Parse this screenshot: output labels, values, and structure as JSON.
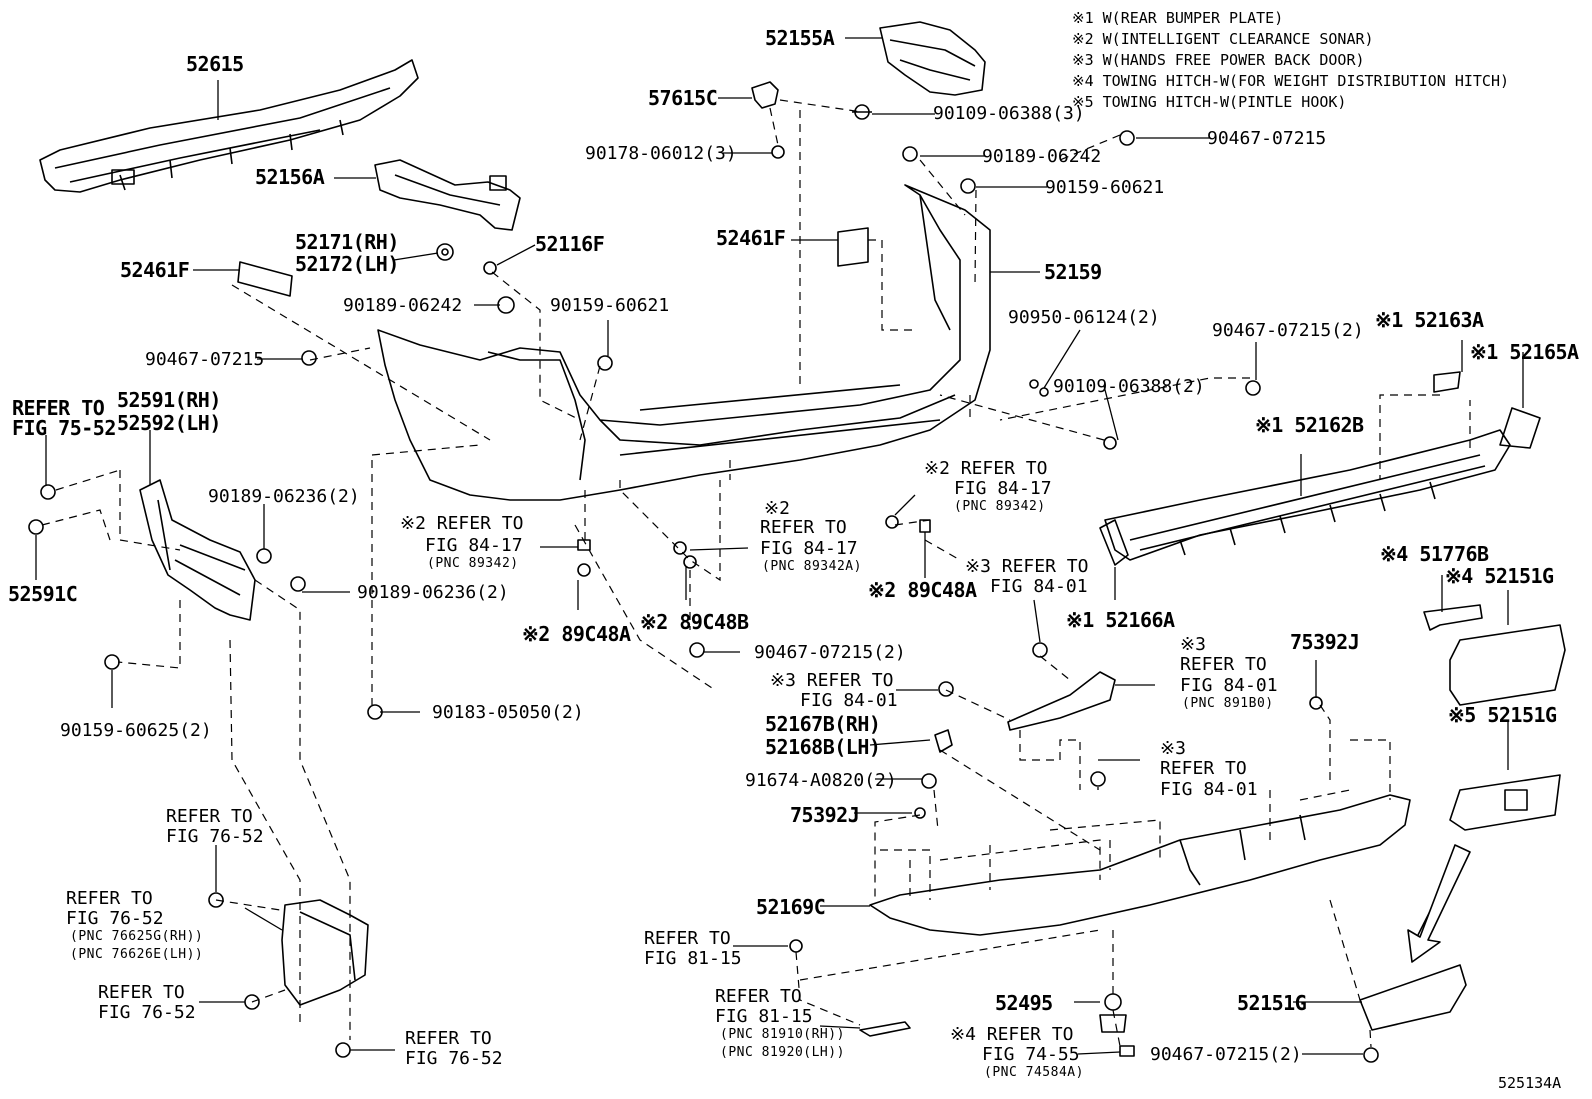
{
  "notes": [
    "※1 W(REAR BUMPER PLATE)",
    "※2 W(INTELLIGENT CLEARANCE SONAR)",
    "※3 W(HANDS FREE POWER BACK DOOR)",
    "※4 TOWING HITCH-W(FOR WEIGHT DISTRIBUTION HITCH)",
    "※5 TOWING HITCH-W(PINTLE HOOK)"
  ],
  "figure_id": "525134A",
  "labels": {
    "p52615": "52615",
    "p52155A": "52155A",
    "p57615C": "57615C",
    "p90109_3": "90109-06388(3)",
    "p90178": "90178-06012(3)",
    "p90467_top": "90467-07215",
    "p90189_top": "90189-06242",
    "p90159_top": "90159-60621",
    "p52156A": "52156A",
    "p52171": "52171(RH)",
    "p52172": "52172(LH)",
    "p52116F": "52116F",
    "p52461F_l": "52461F",
    "p52461F_r": "52461F",
    "p52159": "52159",
    "p90189_mid": "90189-06242",
    "p90159_mid": "90159-60621",
    "p90467_left": "90467-07215",
    "p90950": "90950-06124(2)",
    "p90467_2": "90467-07215(2)",
    "p52163A": "※1 52163A",
    "p52165A": "※1 52165A",
    "p90109_2": "90109-06388(2)",
    "p52162B": "※1 52162B",
    "refer7552_a": "REFER TO",
    "refer7552_b": "FIG 75-52",
    "p52591": "52591(RH)",
    "p52592": "52592(LH)",
    "p90189_06236_a": "90189-06236(2)",
    "p90189_06236_b": "90189-06236(2)",
    "p52591C": "52591C",
    "ref8417_1a": "※2 REFER TO",
    "ref8417_1b": "FIG 84-17",
    "ref8417_1c": "(PNC 89342)",
    "ref8417_2a": "※2",
    "ref8417_2b": "REFER TO",
    "ref8417_2c": "FIG 84-17",
    "ref8417_2d": "(PNC 89342A)",
    "ref8417_3a": "※2 REFER TO",
    "ref8417_3b": "FIG 84-17",
    "ref8417_3c": "(PNC 89342)",
    "p89C48A_r": "※2 89C48A",
    "ref8401_1a": "※3 REFER TO",
    "ref8401_1b": "FIG 84-01",
    "p52166A": "※1 52166A",
    "p89C48A_l": "※2 89C48A",
    "p89C48B": "※2 89C48B",
    "p90467_mid2": "90467-07215(2)",
    "p90183": "90183-05050(2)",
    "p90159_60625": "90159-60625(2)",
    "p51776B": "※4 51776B",
    "p52151G_4": "※4 52151G",
    "p52151G_5": "※5 52151G",
    "p52151G": "52151G",
    "p75392J_r": "75392J",
    "ref8401_2a": "※3",
    "ref8401_2b": "REFER TO",
    "ref8401_2c": "FIG 84-01",
    "ref8401_2d": "(PNC 891B0)",
    "ref8401_3a": "※3 REFER TO",
    "ref8401_3b": "FIG 84-01",
    "p52167B": "52167B(RH)",
    "p52168B": "52168B(LH)",
    "p91674": "91674-A0820(2)",
    "ref8401_4a": "※3",
    "ref8401_4b": "REFER TO",
    "ref8401_4c": "FIG 84-01",
    "p75392J_m": "75392J",
    "ref7652_1a": "REFER TO",
    "ref7652_1b": "FIG 76-52",
    "ref7652_2a": "REFER TO",
    "ref7652_2b": "FIG 76-52",
    "ref7652_2c": "(PNC 76625G(RH))",
    "ref7652_2d": "(PNC 76626E(LH))",
    "ref7652_3a": "REFER TO",
    "ref7652_3b": "FIG 76-52",
    "ref7652_4a": "REFER TO",
    "ref7652_4b": "FIG 76-52",
    "p52169C": "52169C",
    "ref8115_1a": "REFER TO",
    "ref8115_1b": "FIG 81-15",
    "ref8115_2a": "REFER TO",
    "ref8115_2b": "FIG 81-15",
    "ref8115_2c": "(PNC 81910(RH))",
    "ref8115_2d": "(PNC 81920(LH))",
    "p52495": "52495",
    "ref7455_a": "※4 REFER TO",
    "ref7455_b": "FIG 74-55",
    "ref7455_c": "(PNC 74584A)",
    "p90467_bot": "90467-07215(2)"
  }
}
